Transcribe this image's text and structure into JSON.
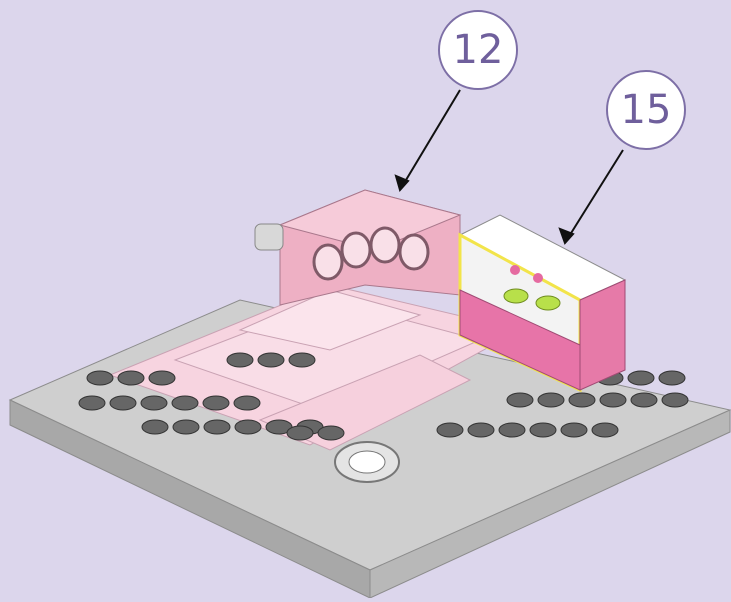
{
  "callouts": [
    {
      "label": "12",
      "target": "pink-corner-bricks"
    },
    {
      "label": "15",
      "target": "window-assembly"
    }
  ],
  "colors": {
    "background": "#dcd6ec",
    "baseplate": "#d6d6d6",
    "floor_tiles": "#f6d4e0",
    "pink_bricks": "#efb3c6",
    "window_frame": "#ffffff",
    "flowers": "#b8e04a",
    "highlight": "#f2e44a"
  },
  "icons": [
    "arrow-icon",
    "stud-icon",
    "round-plate-icon"
  ]
}
